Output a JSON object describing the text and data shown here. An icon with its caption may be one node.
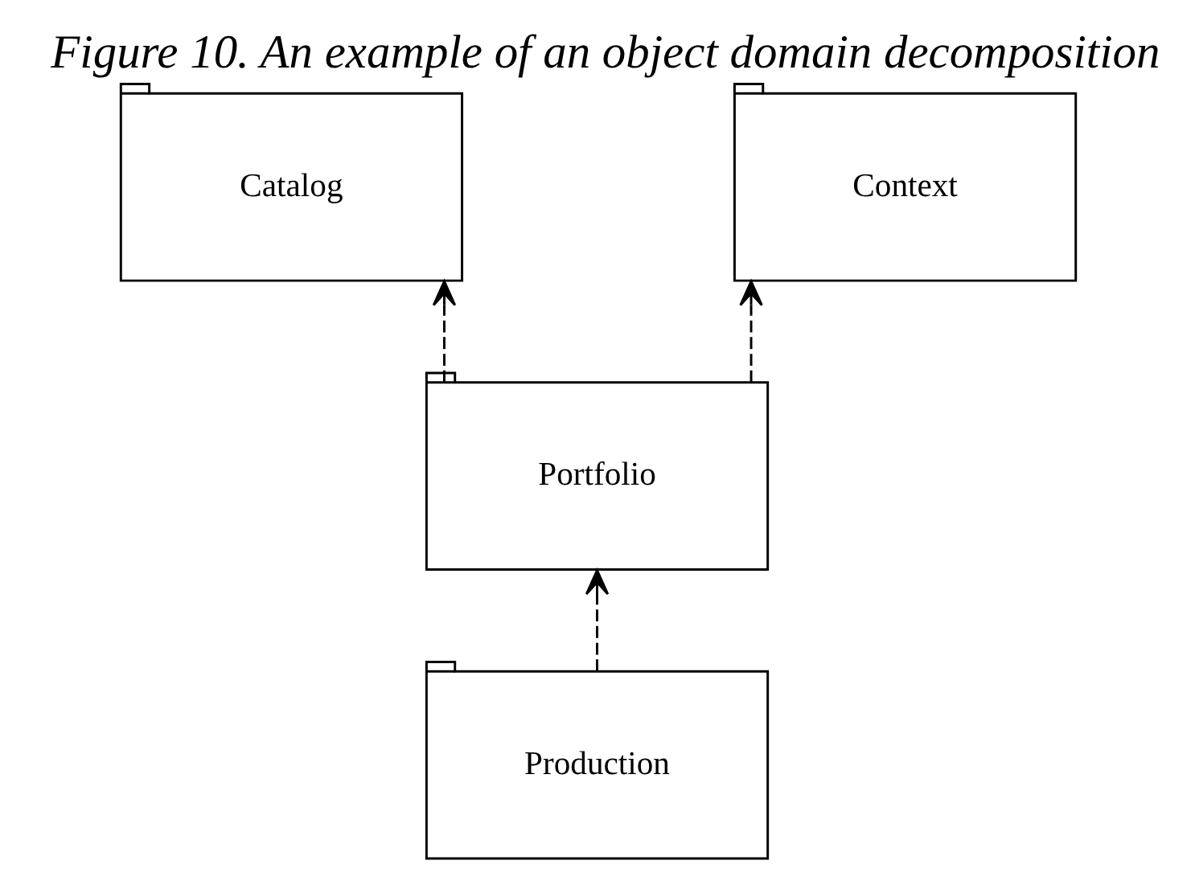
{
  "diagram": {
    "title": "Figure 10. An example of an object domain decomposition",
    "nodes": [
      {
        "text": [
          "Catalog"
        ]
      },
      {
        "text": [
          "Context"
        ]
      },
      {
        "text": [
          "Portfolio"
        ]
      },
      {
        "text": [
          "Production"
        ]
      }
    ],
    "edges": [
      {
        "from": 2,
        "to": 0,
        "arrow": "to",
        "style": "dashed"
      },
      {
        "from": 2,
        "to": 1,
        "arrow": "to",
        "style": "dashed"
      },
      {
        "from": 3,
        "to": 2,
        "arrow": "to",
        "style": "dashed"
      }
    ]
  }
}
